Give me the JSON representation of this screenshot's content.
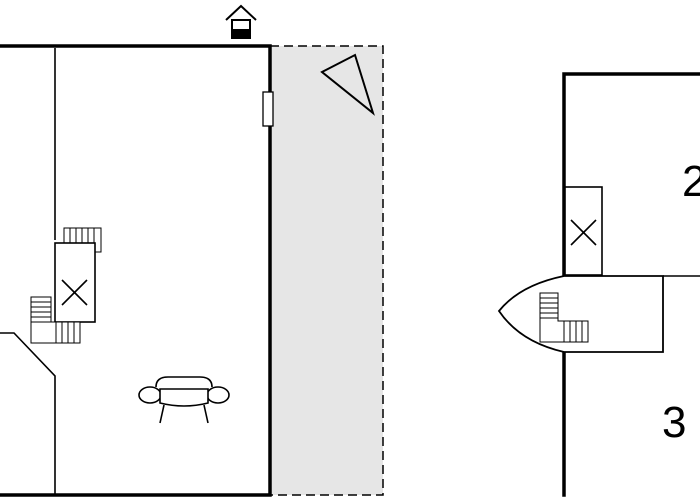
{
  "plan": {
    "room_labels": [
      {
        "id": "room-2",
        "text": "2"
      },
      {
        "id": "room-3",
        "text": "3"
      }
    ],
    "icons": {
      "entrance": "house-entrance-icon",
      "north_arrow": "north-arrow-icon",
      "sofa": "sofa-icon",
      "stairs": "stairs-icon",
      "void": "void-cross-icon"
    },
    "colors": {
      "walls": "#000000",
      "terrace": "#e6e6e6",
      "background": "#ffffff"
    }
  }
}
